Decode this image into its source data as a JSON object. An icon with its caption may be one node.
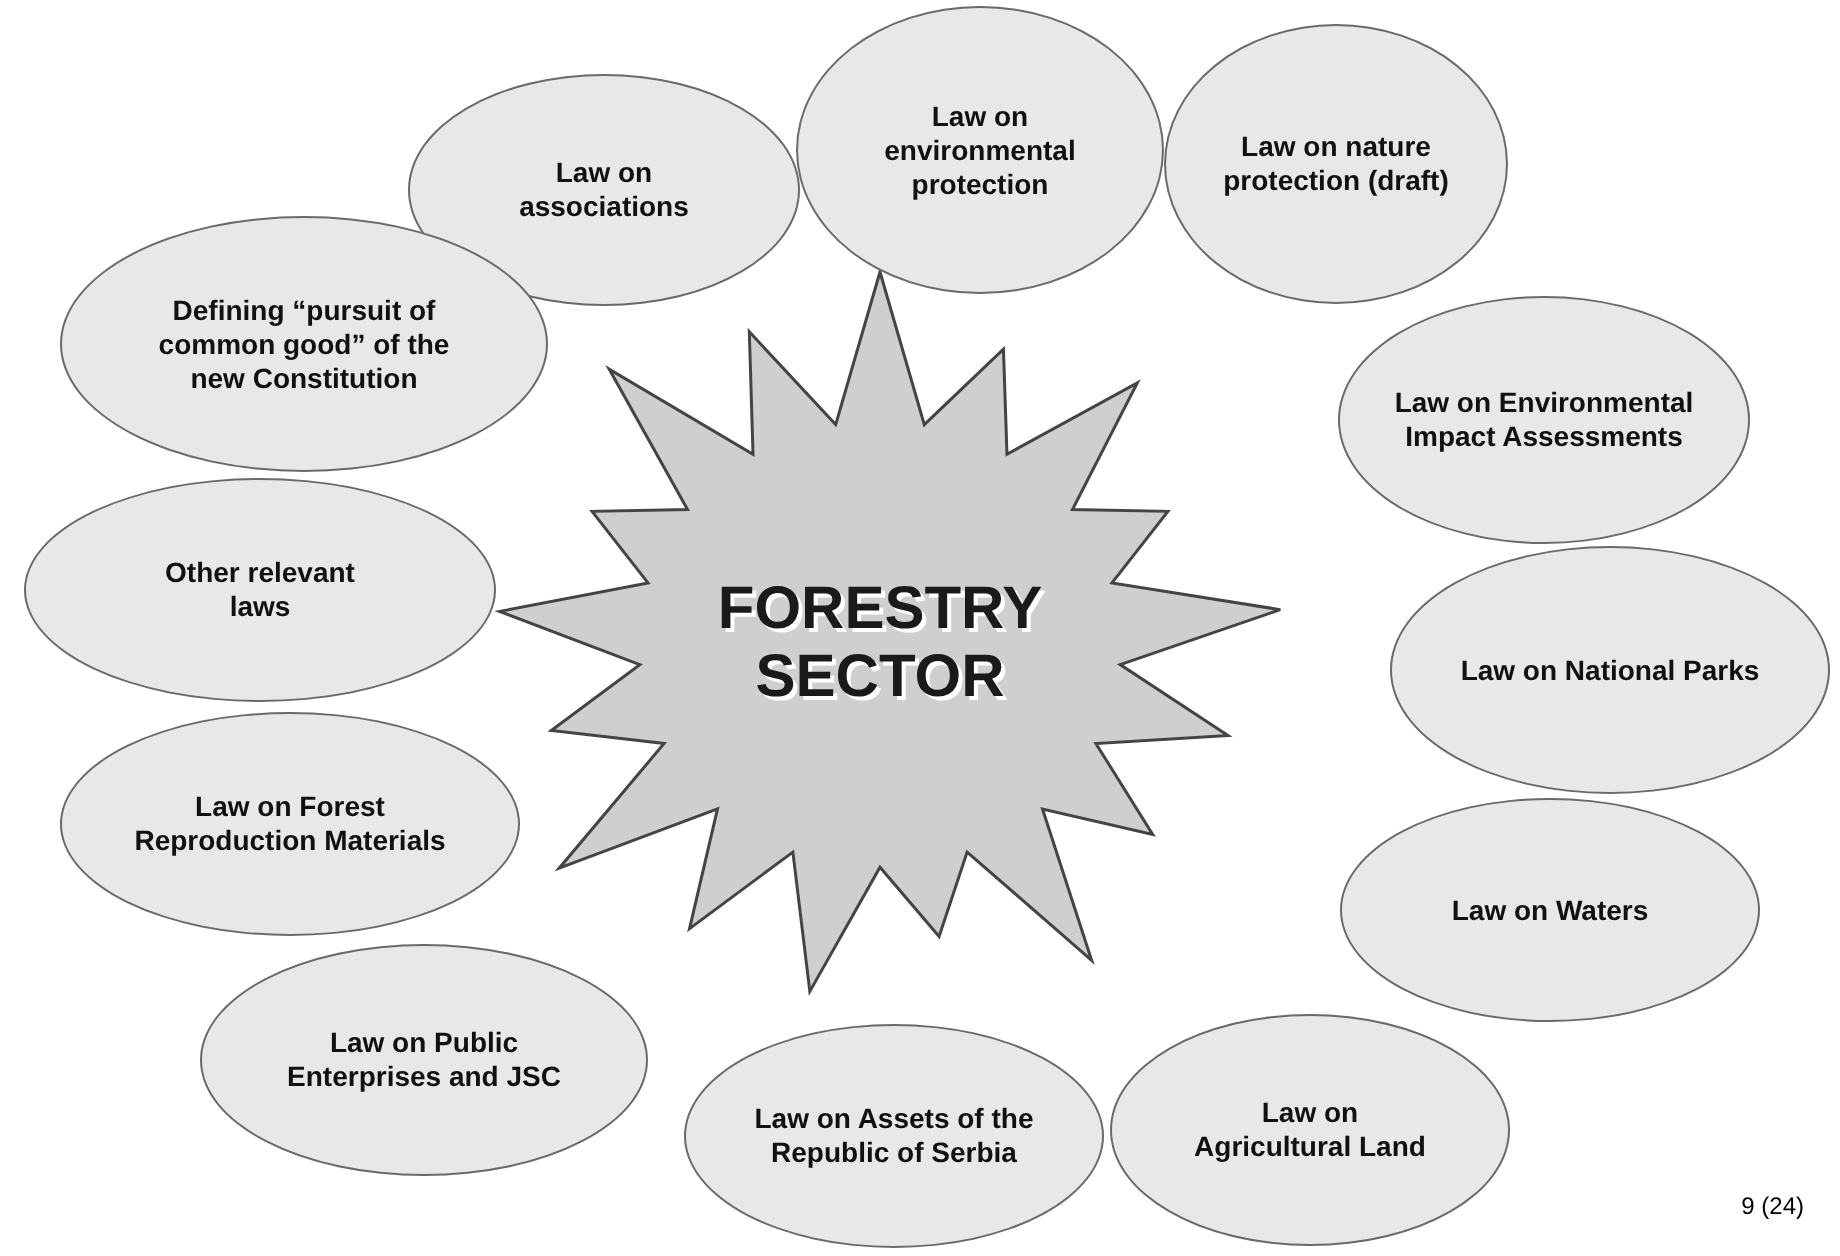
{
  "diagram": {
    "nodes": [
      {
        "text": [
          "FORESTRY SECTOR"
        ]
      },
      {
        "text": [
          "Law on associations"
        ]
      },
      {
        "text": [
          "Law on environmental protection"
        ]
      },
      {
        "text": [
          "Law on nature protection (draft)"
        ]
      },
      {
        "text": [
          "Law on Environmental Impact Assessments"
        ]
      },
      {
        "text": [
          "Law on National Parks"
        ]
      },
      {
        "text": [
          "Law on Waters"
        ]
      },
      {
        "text": [
          "Law on Agricultural Land"
        ]
      },
      {
        "text": [
          "Law on Assets of the Republic of Serbia"
        ]
      },
      {
        "text": [
          "Law on Public Enterprises and JSC"
        ]
      },
      {
        "text": [
          "Law on Forest Reproduction Materials"
        ]
      },
      {
        "text": [
          "Other relevant laws"
        ]
      },
      {
        "text": [
          "Defining “pursuit of common good” of the new Constitution"
        ]
      }
    ],
    "labels": [
      "9 (24)"
    ]
  }
}
